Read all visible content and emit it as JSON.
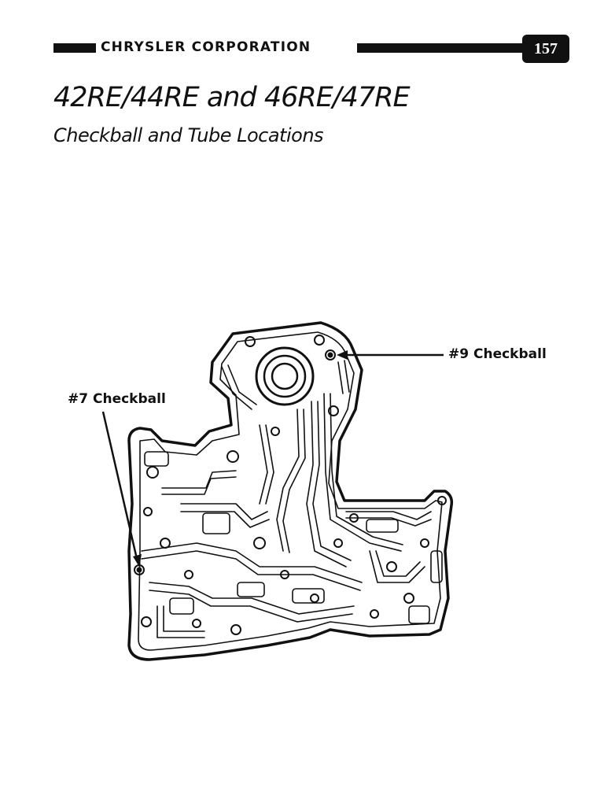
{
  "header": {
    "corporation": "CHRYSLER CORPORATION",
    "page_number": "157"
  },
  "title": "42RE/44RE and 46RE/47RE",
  "subtitle": "Checkball and Tube Locations",
  "diagram": {
    "callouts": [
      {
        "label": "#9 Checkball"
      },
      {
        "label": "#7 Checkball"
      }
    ]
  }
}
